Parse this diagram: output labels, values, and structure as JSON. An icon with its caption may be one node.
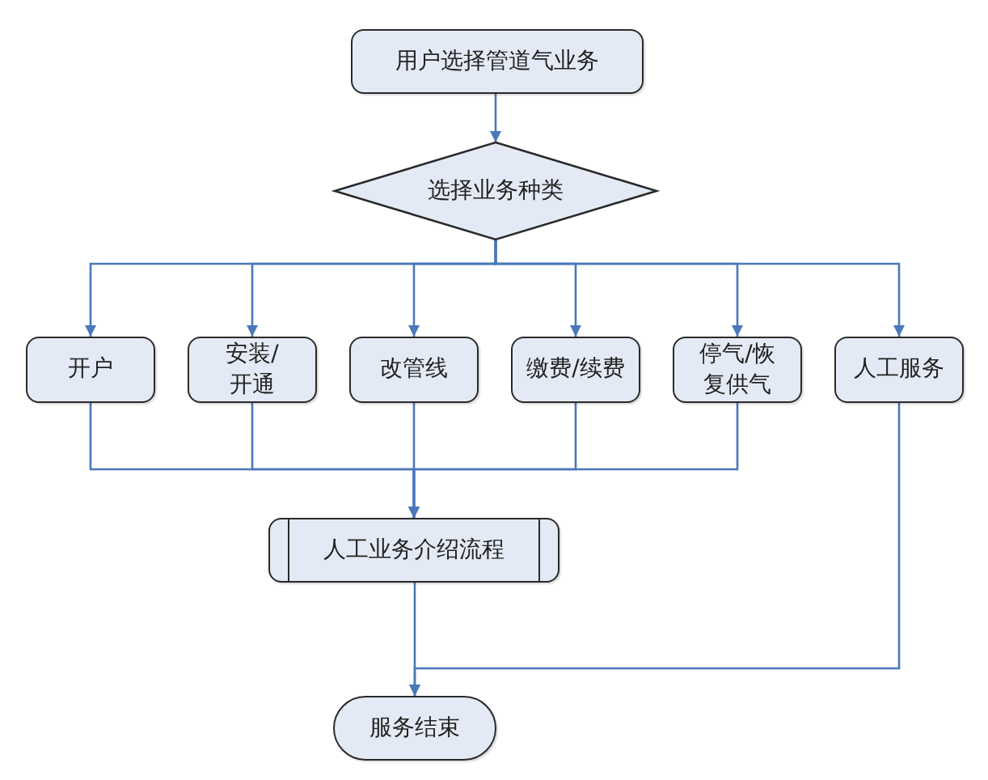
{
  "diagram": {
    "nodes": [
      {
        "text": [
          "用户选择管道气业务"
        ]
      },
      {
        "text": [
          "选择业务种类"
        ]
      },
      {
        "text": [
          "开户"
        ]
      },
      {
        "text": [
          "安装/开通"
        ]
      },
      {
        "text": [
          "改管线"
        ]
      },
      {
        "text": [
          "缴费/续费"
        ]
      },
      {
        "text": [
          "停气/恢复供气"
        ]
      },
      {
        "text": [
          "人工服务"
        ]
      },
      {
        "text": [
          "人工业务介绍流程"
        ]
      },
      {
        "text": [
          "服务结束"
        ]
      }
    ],
    "edges": [
      {
        "from": 0,
        "to": 1,
        "arrow": "to"
      },
      {
        "from": 1,
        "to": 2,
        "arrow": "to"
      },
      {
        "from": 1,
        "to": 3,
        "arrow": "to"
      },
      {
        "from": 1,
        "to": 4,
        "arrow": "to"
      },
      {
        "from": 1,
        "to": 5,
        "arrow": "to"
      },
      {
        "from": 1,
        "to": 6,
        "arrow": "to"
      },
      {
        "from": 1,
        "to": 7,
        "arrow": "to"
      },
      {
        "from": 2,
        "to": 8,
        "arrow": "to"
      },
      {
        "from": 3,
        "to": 8,
        "arrow": "to"
      },
      {
        "from": 4,
        "to": 8,
        "arrow": "to"
      },
      {
        "from": 5,
        "to": 8,
        "arrow": "to"
      },
      {
        "from": 6,
        "to": 8,
        "arrow": "to"
      },
      {
        "from": 8,
        "to": 9,
        "arrow": "to"
      },
      {
        "from": 7,
        "to": 9,
        "arrow": "to"
      }
    ]
  }
}
